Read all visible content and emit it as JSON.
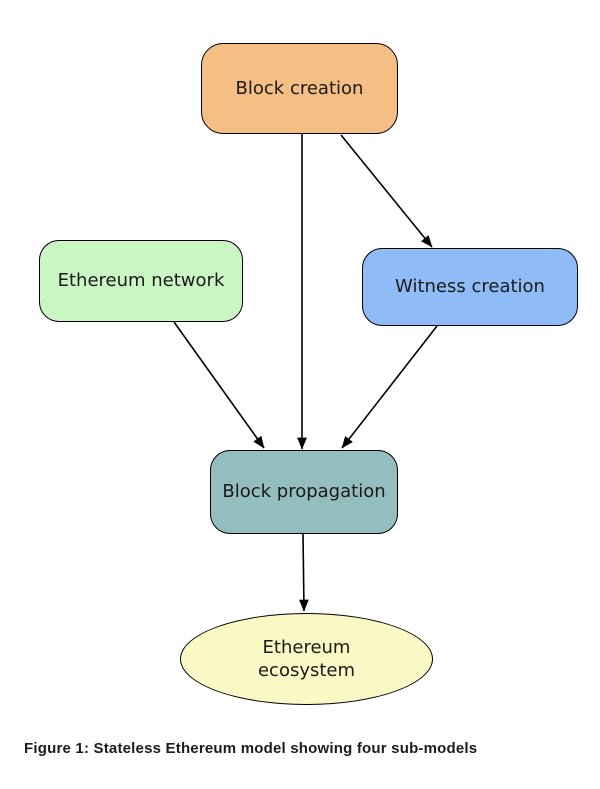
{
  "figure": {
    "caption": "Figure 1: Stateless Ethereum model showing four sub-models",
    "background_color": "#ffffff",
    "stroke_color": "#000000",
    "text_color": "#1a1a1a"
  },
  "diagram": {
    "nodes": [
      {
        "id": "block-creation",
        "label": "Block creation",
        "shape": "rounded-rectangle",
        "fill": "#f5be85"
      },
      {
        "id": "ethereum-network",
        "label": "Ethereum network",
        "shape": "rounded-rectangle",
        "fill": "#caf6c3"
      },
      {
        "id": "witness-creation",
        "label": "Witness creation",
        "shape": "rounded-rectangle",
        "fill": "#8fbcf6"
      },
      {
        "id": "block-propagation",
        "label": "Block propagation",
        "shape": "rounded-rectangle",
        "fill": "#93bebd"
      },
      {
        "id": "ethereum-ecosystem",
        "label": "Ethereum ecosystem",
        "shape": "ellipse",
        "fill": "#faf8c4"
      }
    ],
    "edges": [
      {
        "from": "Block creation",
        "to": "Block propagation"
      },
      {
        "from": "Block creation",
        "to": "Witness creation"
      },
      {
        "from": "Ethereum network",
        "to": "Block propagation"
      },
      {
        "from": "Witness creation",
        "to": "Block propagation"
      },
      {
        "from": "Block propagation",
        "to": "Ethereum ecosystem"
      }
    ]
  }
}
